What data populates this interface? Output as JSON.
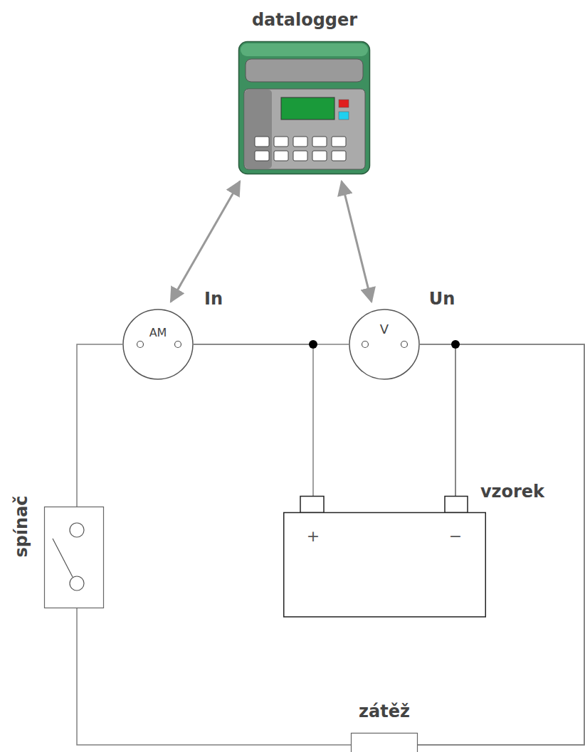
{
  "diagram": {
    "nodes": [
      {
        "text": [
          "datalogger"
        ]
      },
      {
        "text": [
          "AM",
          "In"
        ]
      },
      {
        "text": [
          "V",
          "Un"
        ]
      },
      {
        "text": [
          "+",
          "−",
          "vzorek"
        ]
      },
      {
        "text": [
          "spínač"
        ]
      },
      {
        "text": [
          "zátěž"
        ]
      }
    ],
    "edges": [
      {
        "from": 0,
        "to": 1,
        "arrow": "both"
      },
      {
        "from": 0,
        "to": 2,
        "arrow": "both"
      },
      {
        "from": 4,
        "to": 1,
        "arrow": "none"
      },
      {
        "from": 1,
        "to": 2,
        "arrow": "none"
      },
      {
        "from": 1,
        "to": 3,
        "arrow": "none"
      },
      {
        "from": 2,
        "to": 3,
        "arrow": "none"
      },
      {
        "from": 2,
        "to": 5,
        "arrow": "none"
      },
      {
        "from": 3,
        "to": 5,
        "arrow": "none"
      },
      {
        "from": 4,
        "to": 5,
        "arrow": "none"
      }
    ]
  }
}
